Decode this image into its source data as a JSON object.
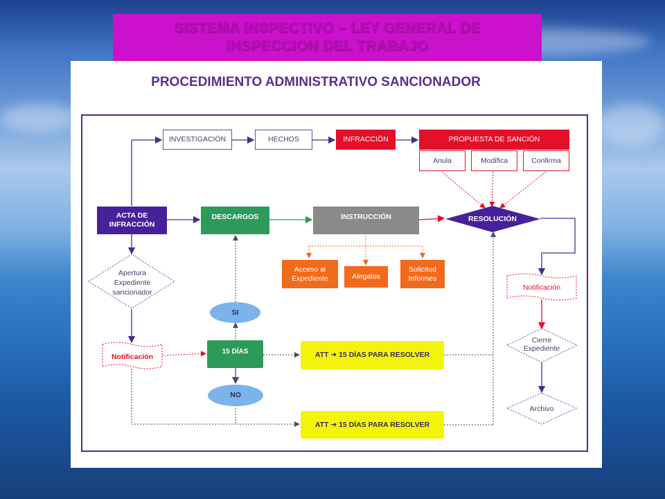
{
  "banner": {
    "line1": "SISTEMA INSPECTIVO – LEY GENERAL DE",
    "line2": "INSPECCION DEL TRABAJO"
  },
  "diagram": {
    "title": "PROCEDIMIENTO ADMINISTRATIVO SANCIONADOR",
    "nodes": {
      "investigacion": "INVESTIGACIÓN",
      "hechos": "HECHOS",
      "infraccion": "INFRACCIÓN",
      "propuesta": "PROPUESTA  DE  SANCIÓN",
      "anula": "Anula",
      "modifica": "Modifica",
      "confirma": "Confirma",
      "acta_line1": "ACTA DE",
      "acta_line2": "INFRACCIÓN",
      "descargos": "DESCARGOS",
      "instruccion": "INSTRUCCIÓN",
      "resolucion": "RESOLUCIÓN",
      "apertura_line1": "Apertura",
      "apertura_line2": "Expediente",
      "apertura_line3": "sancionador",
      "acceso_line1": "Acceso al",
      "acceso_line2": "Expediente",
      "alegatos": "Alegatos",
      "solicitud_line1": "Solicitud",
      "solicitud_line2": "Informes",
      "notificacion_left": "Notificación",
      "notificacion_right": "Notificación",
      "si": "SI",
      "quince_dias": "15 DÍAS",
      "no": "NO",
      "att_top": "ATT  ➜  15 DÍAS PARA RESOLVER",
      "att_bottom": "ATT  ➜  15 DÍAS PARA RESOLVER",
      "cierre_line1": "Cierre",
      "cierre_line2": "Expediente",
      "archivo": "Archivo"
    },
    "colors": {
      "purple": "#46219a",
      "green": "#2e9a5a",
      "gray": "#8a8a8a",
      "red": "#e3102a",
      "orange": "#f26a1b",
      "yellow": "#f4f40a",
      "blue": "#7ab4ea",
      "magenta_banner": "#cc11cc"
    }
  }
}
